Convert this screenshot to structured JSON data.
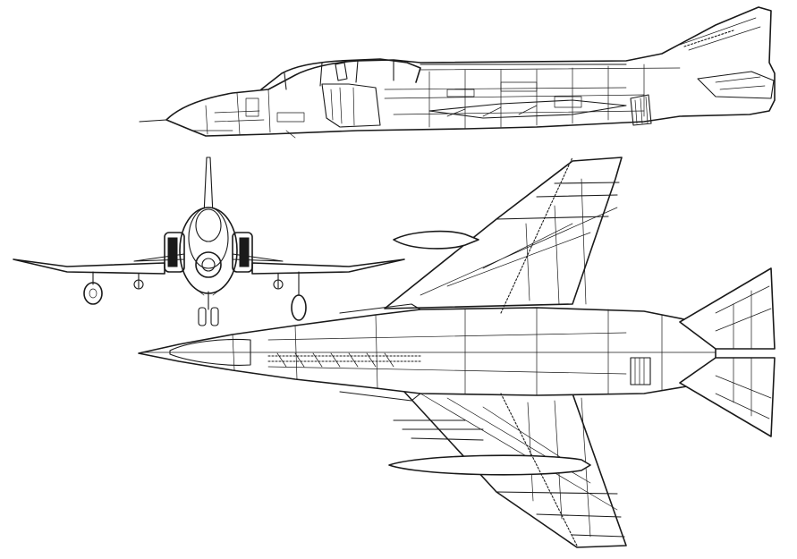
{
  "drawing": {
    "subject": "",
    "views": [
      "side",
      "front",
      "top"
    ]
  },
  "colors": {
    "line": "#1a1a1a",
    "paper": "#ffffff"
  }
}
